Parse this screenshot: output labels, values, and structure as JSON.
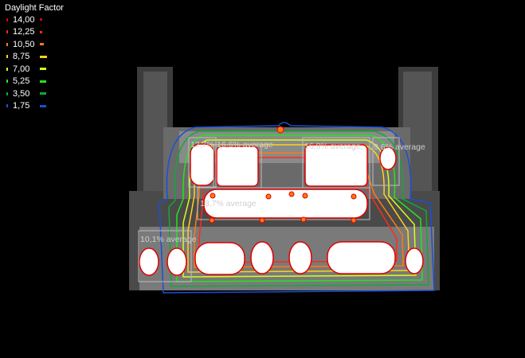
{
  "legend": {
    "title": "Daylight Factor",
    "items": [
      {
        "label": "14,00",
        "color": "#e00000"
      },
      {
        "label": "12,25",
        "color": "#ff2a1a"
      },
      {
        "label": "10,50",
        "color": "#ff7a10"
      },
      {
        "label": "8,75",
        "color": "#ffd21a"
      },
      {
        "label": "7,00",
        "color": "#d6ff1a"
      },
      {
        "label": "5,25",
        "color": "#22e61a"
      },
      {
        "label": "3,50",
        "color": "#12a83a"
      },
      {
        "label": "1,75",
        "color": "#1a50d6"
      }
    ]
  },
  "annotations": [
    {
      "text": "12,7%"
    },
    {
      "text": "16,6% average"
    },
    {
      "text": "16,9% average"
    },
    {
      "text": "9,6% average"
    },
    {
      "text": "18,7% average"
    },
    {
      "text": "10,1% average"
    }
  ]
}
